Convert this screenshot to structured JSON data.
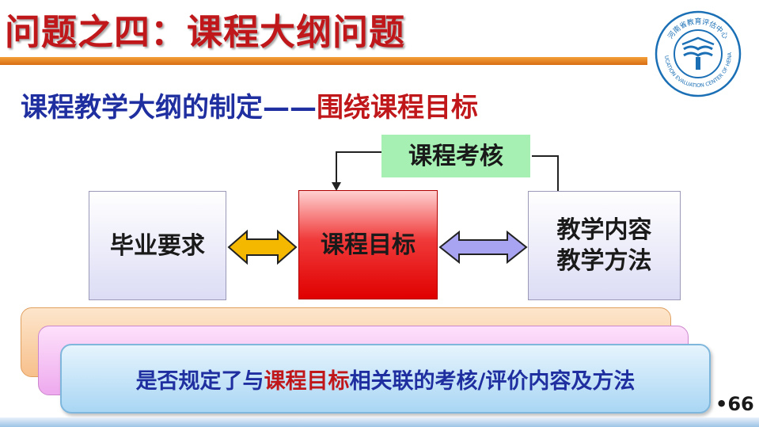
{
  "title": "问题之四：课程大纲问题",
  "logo": {
    "icon": "henan-education-evaluation-center-logo",
    "text_top": "河南省教育评估中心",
    "text_bottom": "EDUCATION EVALUATION CENTER OF HENAN",
    "color": "#1a6fb5"
  },
  "subtitle": {
    "main": "课程教学大纲的制定——",
    "highlight": "围绕课程目标"
  },
  "diagram": {
    "graduation_requirements": "毕业要求",
    "course_objectives": "课程目标",
    "teaching_content_line1": "教学内容",
    "teaching_content_line2": "教学方法",
    "course_assessment": "课程考核"
  },
  "banner": {
    "prefix": "是否规定了与",
    "highlight": "课程目标",
    "suffix": "相关联的考核/评价内容及方法"
  },
  "page_number": "•66",
  "colors": {
    "title_red": "#c0171b",
    "subtitle_blue": "#1f2fa0",
    "arrow_left": "#f5b800",
    "arrow_right": "#a9a4f2",
    "assess_green": "#a6f0b4"
  }
}
